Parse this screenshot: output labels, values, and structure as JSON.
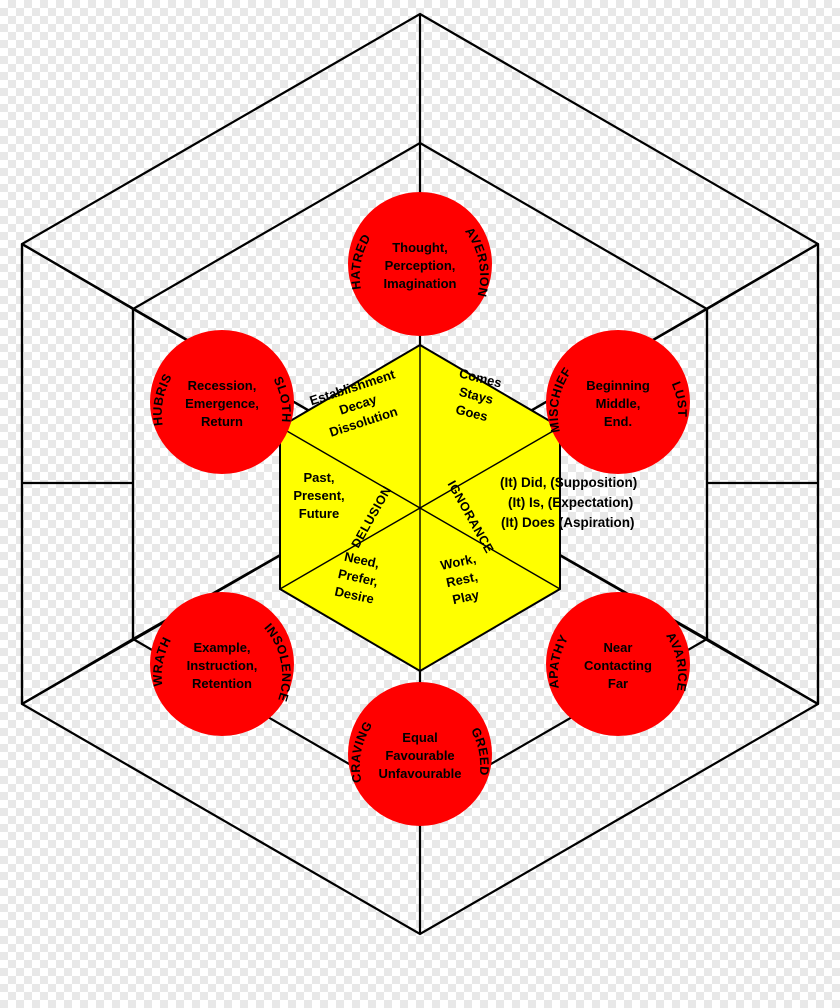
{
  "figure": {
    "title": "Wheel of delusion / aversion / ignorance hexagonal diagram",
    "colors": {
      "node_fill": "#FF0000",
      "inner_hexagon_fill": "#FFFF00",
      "line": "#000000",
      "text": "#000000",
      "background": "transparent"
    }
  },
  "outer_nodes": [
    {
      "id": "top",
      "lines": [
        "Thought,",
        "Perception,",
        "Imagination"
      ],
      "left_label": "HATRED",
      "right_label": "AVERSION"
    },
    {
      "id": "upper-left",
      "lines": [
        "Recession,",
        "Emergence,",
        "Return"
      ],
      "left_label": "HUBRIS",
      "right_label": "SLOTH"
    },
    {
      "id": "upper-right",
      "lines": [
        "Beginning",
        "Middle,",
        "End."
      ],
      "left_label": "MISCHIEF",
      "right_label": "LUST"
    },
    {
      "id": "lower-left",
      "lines": [
        "Example,",
        "Instruction,",
        "Retention"
      ],
      "left_label": "WRATH",
      "right_label": "INSOLENCE"
    },
    {
      "id": "lower-right",
      "lines": [
        "Near",
        "Contacting",
        "Far"
      ],
      "left_label": "APATHY",
      "right_label": "AVARICE"
    },
    {
      "id": "bottom",
      "lines": [
        "Equal",
        "Favourable",
        "Unfavourable"
      ],
      "left_label": "CRAVING",
      "right_label": "GREED"
    }
  ],
  "inner_sectors": [
    {
      "id": "upper-left",
      "lines": [
        "Establishment",
        "Decay",
        "Dissolution"
      ]
    },
    {
      "id": "upper-right",
      "lines": [
        "Comes",
        "Stays",
        "Goes"
      ]
    },
    {
      "id": "left",
      "lines": [
        "Past,",
        "Present,",
        "Future"
      ]
    },
    {
      "id": "right",
      "lines": [
        "Work,",
        "Rest,",
        "Play"
      ]
    },
    {
      "id": "lower-left",
      "lines": [
        "Need,",
        "Prefer,",
        "Desire"
      ]
    },
    {
      "id": "lower-right",
      "lines": [
        "Work,",
        "Rest,",
        "Play"
      ]
    }
  ],
  "inner_axis_labels": {
    "left": "DELUSION",
    "right": "IGNORANCE"
  },
  "side_annotations": [
    "(It) Did, (Supposition)",
    "(It) Is, (Expectation)",
    "(It) Does (Aspiration)"
  ]
}
